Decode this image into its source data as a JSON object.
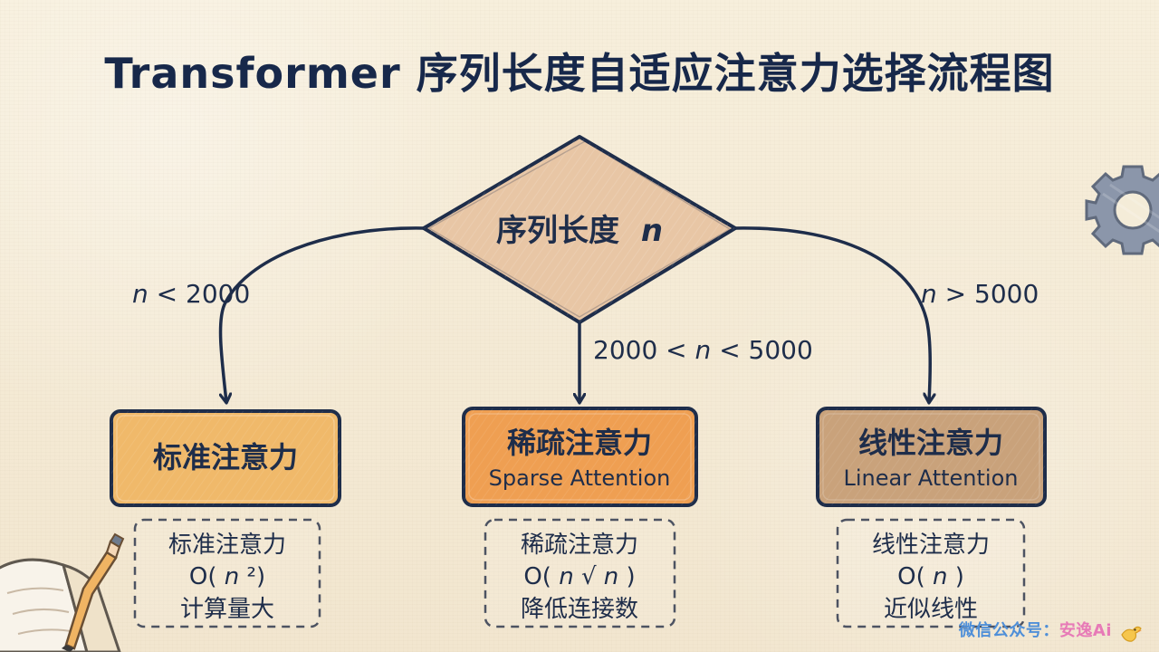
{
  "title": "Transformer 序列长度自适应注意力选择流程图",
  "decision": {
    "label_prefix": "序列长度",
    "label_var": "n"
  },
  "branches": {
    "left": {
      "condition_var": "n",
      "condition_rest": " < 2000"
    },
    "middle": {
      "condition_prefix": "2000 < ",
      "condition_var": "n",
      "condition_suffix": " < 5000"
    },
    "right": {
      "condition_var": "n",
      "condition_rest": " > 5000"
    }
  },
  "options": {
    "standard": {
      "title": "标准注意力",
      "subtitle": "",
      "note": {
        "line1": "标准注意力",
        "line2_prefix": "O(",
        "line2_var": "n",
        "line2_suffix": "²)",
        "line3": "计算量大"
      }
    },
    "sparse": {
      "title": "稀疏注意力",
      "subtitle": "Sparse Attention",
      "note": {
        "line1": "稀疏注意力",
        "line2_prefix": "O(",
        "line2_var": "n",
        "line2_mid": "√",
        "line2_var2": "n",
        "line2_suffix": ")",
        "line3": "降低连接数"
      }
    },
    "linear": {
      "title": "线性注意力",
      "subtitle": "Linear Attention",
      "note": {
        "line1": "线性注意力",
        "line2_prefix": "O(",
        "line2_var": "n",
        "line2_suffix": ")",
        "line3": "近似线性"
      }
    }
  },
  "watermark": {
    "prefix": "微信公众号：",
    "name": "安逸Ai"
  },
  "icons": {
    "gear": "gear-icon",
    "notebook": "notebook-icon",
    "pencil": "pencil-icon",
    "watermark": "duck-icon"
  },
  "colors": {
    "ink": "#1e2d4a",
    "decision_fill": "#e8c6a5",
    "standard_fill": "#f0b96a",
    "sparse_fill": "#ef9f52",
    "linear_fill": "#c9a27b",
    "note_border": "#4d5362",
    "watermark_blue": "#4f8fd8",
    "watermark_pink": "#e77ab7"
  }
}
